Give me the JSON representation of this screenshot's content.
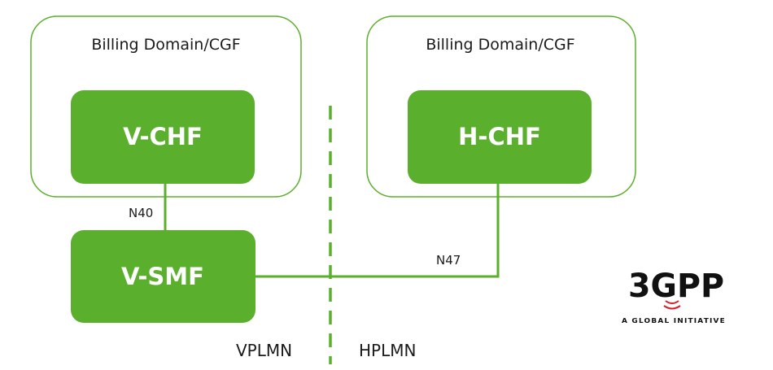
{
  "colors": {
    "accent": "#5aaf2c",
    "text": "#1a1a1a"
  },
  "domains": [
    {
      "title": "Billing Domain/CGF"
    },
    {
      "title": "Billing Domain/CGF"
    }
  ],
  "nodes": {
    "v_chf": "V-CHF",
    "h_chf": "H-CHF",
    "v_smf": "V-SMF"
  },
  "interfaces": {
    "n40": "N40",
    "n47": "N47"
  },
  "zones": {
    "left": "VPLMN",
    "right": "HPLMN"
  },
  "logo": {
    "text": "3GPP",
    "tagline": "A GLOBAL INITIATIVE",
    "icon": "3gpp-logo"
  }
}
